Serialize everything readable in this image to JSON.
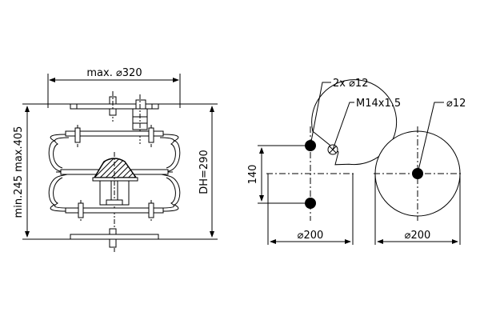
{
  "labels": {
    "max_diameter": "max. ⌀320",
    "height_range": "min.245 max.405",
    "design_height": "DH=290",
    "holes_spec": "2x ⌀12",
    "thread_spec": "M14x1.5",
    "single_hole": "⌀12",
    "bolt_spacing": "140",
    "left_plate_diameter": "⌀200",
    "right_plate_diameter": "⌀200"
  },
  "colors": {
    "line": "#000000",
    "hatch_fill": "#ffffff"
  }
}
